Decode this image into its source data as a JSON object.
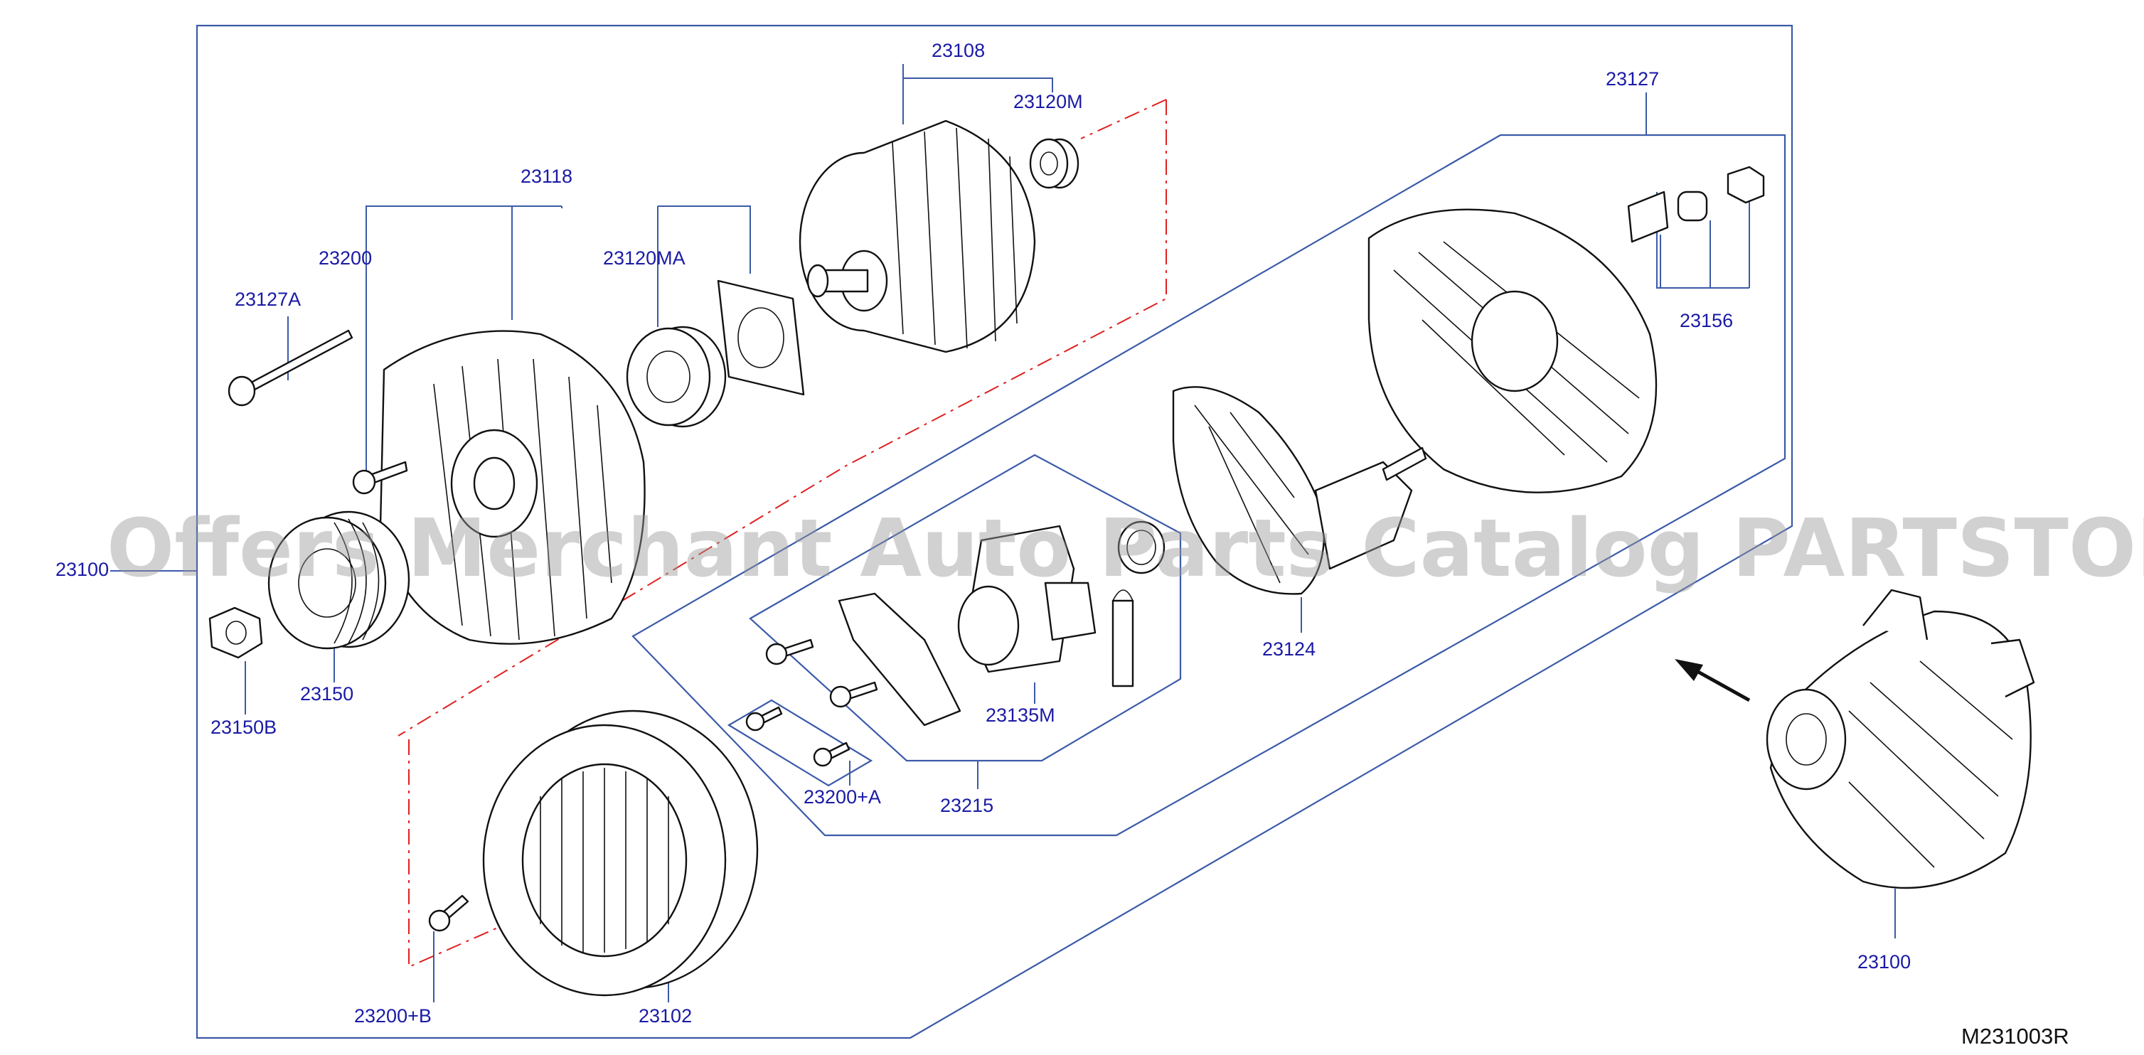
{
  "watermark": "Offers Merchant Auto Parts Catalog PARTSTORE.SA",
  "reference_code": "M231003R",
  "colors": {
    "part_number": "#1a1aa6",
    "leader_line": "#3b5aa8",
    "section_dash": "#e02020",
    "drawing": "#111111"
  },
  "callouts": [
    {
      "id": "23108",
      "label": "23108"
    },
    {
      "id": "23120M",
      "label": "23120M"
    },
    {
      "id": "23127",
      "label": "23127"
    },
    {
      "id": "23118",
      "label": "23118"
    },
    {
      "id": "23200",
      "label": "23200"
    },
    {
      "id": "23120MA",
      "label": "23120MA"
    },
    {
      "id": "23127A",
      "label": "23127A"
    },
    {
      "id": "23156",
      "label": "23156"
    },
    {
      "id": "23100-left",
      "label": "23100"
    },
    {
      "id": "23124",
      "label": "23124"
    },
    {
      "id": "23150",
      "label": "23150"
    },
    {
      "id": "23150B",
      "label": "23150B"
    },
    {
      "id": "23135M",
      "label": "23135M"
    },
    {
      "id": "23200A",
      "label": "23200+A"
    },
    {
      "id": "23215",
      "label": "23215"
    },
    {
      "id": "23100-right",
      "label": "23100"
    },
    {
      "id": "23200B",
      "label": "23200+B"
    },
    {
      "id": "23102",
      "label": "23102"
    }
  ]
}
